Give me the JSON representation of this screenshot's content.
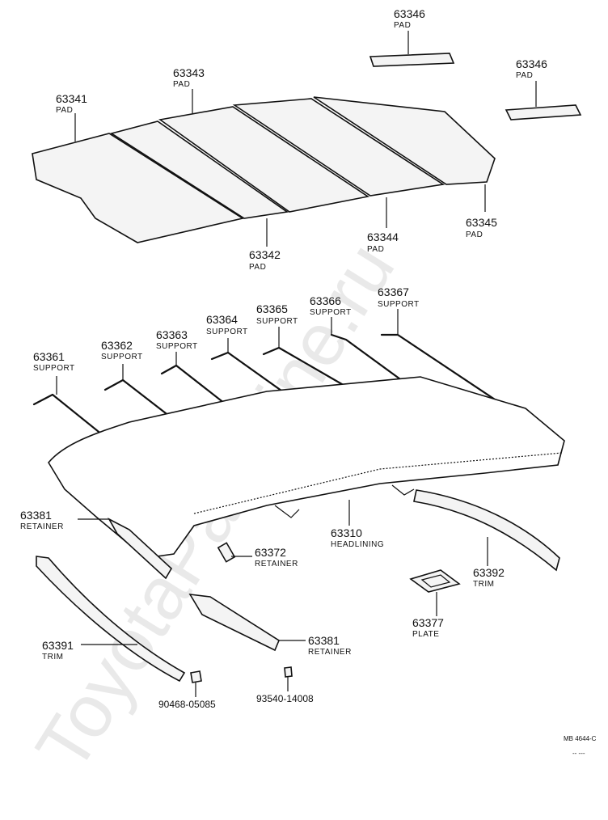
{
  "watermark": "ToyotaPartMine.ru",
  "figure_code": "MB 4644-C",
  "corner_mark": "-- ---",
  "parts": [
    {
      "number": "63346",
      "name": "PAD"
    },
    {
      "number": "63346",
      "name": "PAD"
    },
    {
      "number": "63343",
      "name": "PAD"
    },
    {
      "number": "63341",
      "name": "PAD"
    },
    {
      "number": "63345",
      "name": "PAD"
    },
    {
      "number": "63344",
      "name": "PAD"
    },
    {
      "number": "63342",
      "name": "PAD"
    },
    {
      "number": "63367",
      "name": "SUPPORT"
    },
    {
      "number": "63366",
      "name": "SUPPORT"
    },
    {
      "number": "63365",
      "name": "SUPPORT"
    },
    {
      "number": "63364",
      "name": "SUPPORT"
    },
    {
      "number": "63363",
      "name": "SUPPORT"
    },
    {
      "number": "63362",
      "name": "SUPPORT"
    },
    {
      "number": "63361",
      "name": "SUPPORT"
    },
    {
      "number": "63381",
      "name": "RETAINER"
    },
    {
      "number": "63372",
      "name": "RETAINER"
    },
    {
      "number": "63310",
      "name": "HEADLINING"
    },
    {
      "number": "63392",
      "name": "TRIM"
    },
    {
      "number": "63377",
      "name": "PLATE"
    },
    {
      "number": "63391",
      "name": "TRIM"
    },
    {
      "number": "63381",
      "name": "RETAINER"
    }
  ],
  "fasteners": [
    {
      "code": "90468-05085"
    },
    {
      "code": "93540-14008"
    }
  ]
}
